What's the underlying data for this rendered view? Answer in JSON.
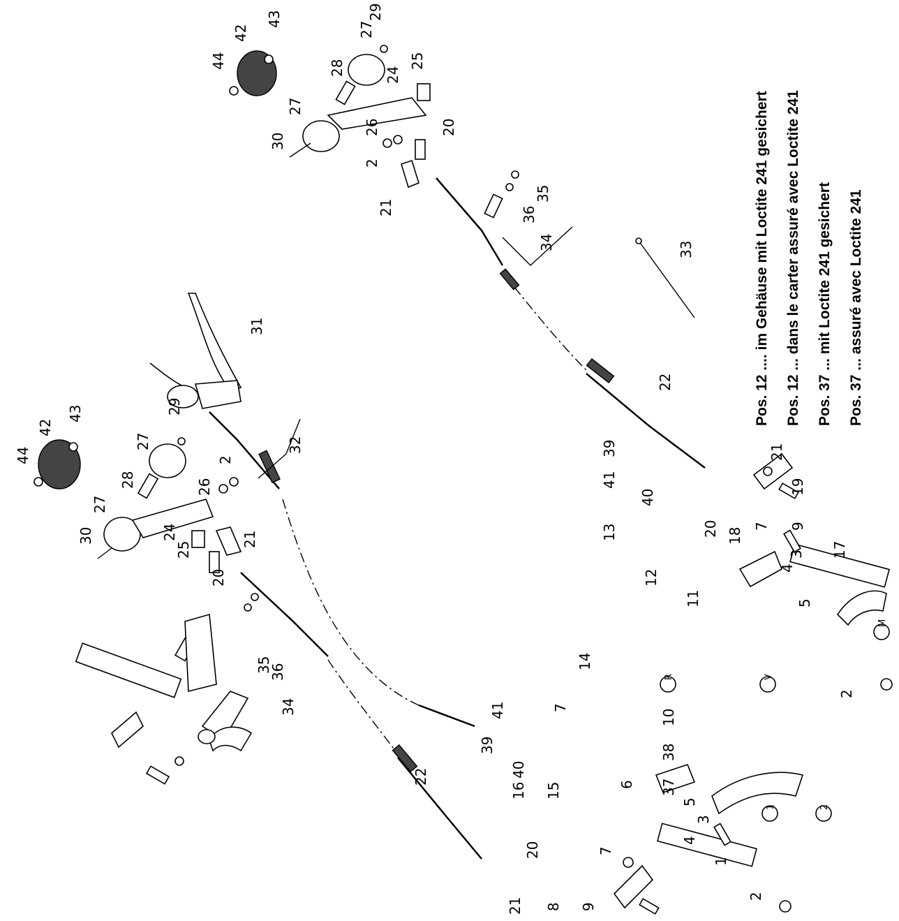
{
  "notes": [
    "Pos. 12 .... im Gehäuse mit Loctite 241 gesichert",
    "Pos. 12 ... dans le carter assuré avec Loctite 241",
    "Pos. 37 ... mit Loctite 241 gesichert",
    "Pos. 37 ... assuré avec Loctite 241"
  ],
  "callouts": {
    "p1": "1",
    "p2": "2",
    "p3": "3",
    "p4": "4",
    "p5": "5",
    "p6": "6",
    "p7": "7",
    "p8": "8",
    "p9": "9",
    "p10": "10",
    "p11": "11",
    "p12": "12",
    "p13": "13",
    "p14": "14",
    "p15": "15",
    "p16": "16",
    "p17": "17",
    "p18": "18",
    "p19": "19",
    "p20": "20",
    "p21": "21",
    "p22": "22",
    "p24": "24",
    "p25": "25",
    "p26": "26",
    "p27": "27",
    "p28": "28",
    "p29": "29",
    "p30": "30",
    "p31": "31",
    "p32": "32",
    "p33": "33",
    "p34": "34",
    "p35": "35",
    "p36": "36",
    "p37": "37",
    "p38": "38",
    "p39": "39",
    "p40": "40",
    "p41": "41",
    "p42": "42",
    "p43": "43",
    "p44": "44"
  },
  "markers": {
    "r": "R",
    "v": "V",
    "m": "M",
    "one": "1",
    "two": "2"
  }
}
